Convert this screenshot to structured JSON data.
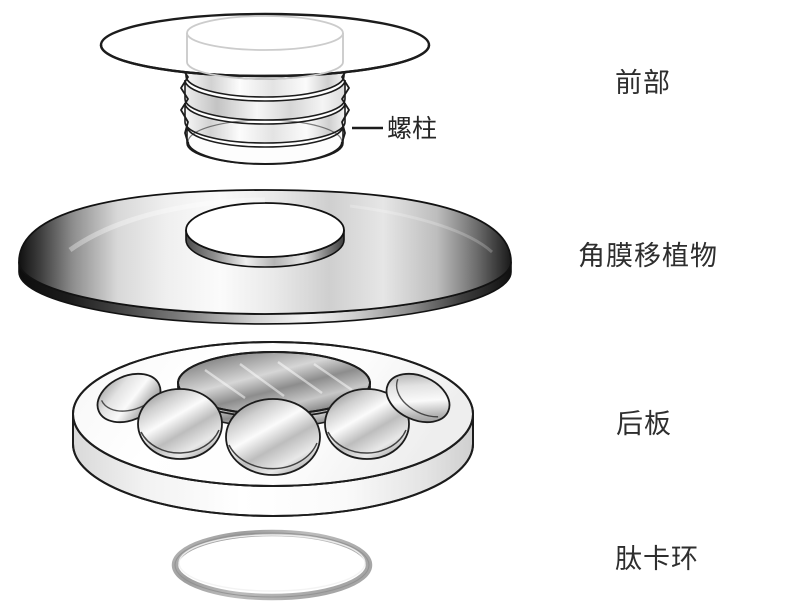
{
  "diagram": {
    "title": "Exploded assembly view",
    "background_color": "#ffffff",
    "text_color": "#2e2e2e",
    "labels": [
      {
        "id": "front",
        "text": "前部",
        "name": "front-part-label"
      },
      {
        "id": "graft",
        "text": "角膜移植物",
        "name": "corneal-graft-label"
      },
      {
        "id": "back",
        "text": "后板",
        "name": "back-plate-label"
      },
      {
        "id": "ring",
        "text": "肽卡环",
        "name": "locking-ring-label"
      }
    ],
    "callouts": [
      {
        "id": "stud",
        "text": "螺柱",
        "name": "stud-callout-label"
      }
    ],
    "components": [
      {
        "id": "front-part",
        "label": "前部",
        "description": "transparent optic with wide flange and threaded stud",
        "features": [
          "flange-disc",
          "threaded-stud",
          "optic-cylinder"
        ],
        "thread_turns": 4
      },
      {
        "id": "corneal-graft",
        "label": "角膜移植物",
        "description": "domed annular disc with central aperture",
        "finish": "metallic-gradient"
      },
      {
        "id": "back-plate",
        "label": "后板",
        "description": "ring plate with central threaded bore and peripheral holes",
        "peripheral_holes_visible": 5,
        "finish": "white-matte"
      },
      {
        "id": "locking-ring",
        "label": "肽卡环",
        "description": "thin elliptical retaining ring",
        "finish": "gray-outline"
      }
    ],
    "colors": {
      "outline": "#1c1c1c",
      "metal_dark": "#1a1a1a",
      "metal_light": "#f2f2f2",
      "plate_white": "#fcfcfc",
      "ring_gray": "#b3b3b3",
      "leader_line": "#1c1c1c"
    }
  }
}
